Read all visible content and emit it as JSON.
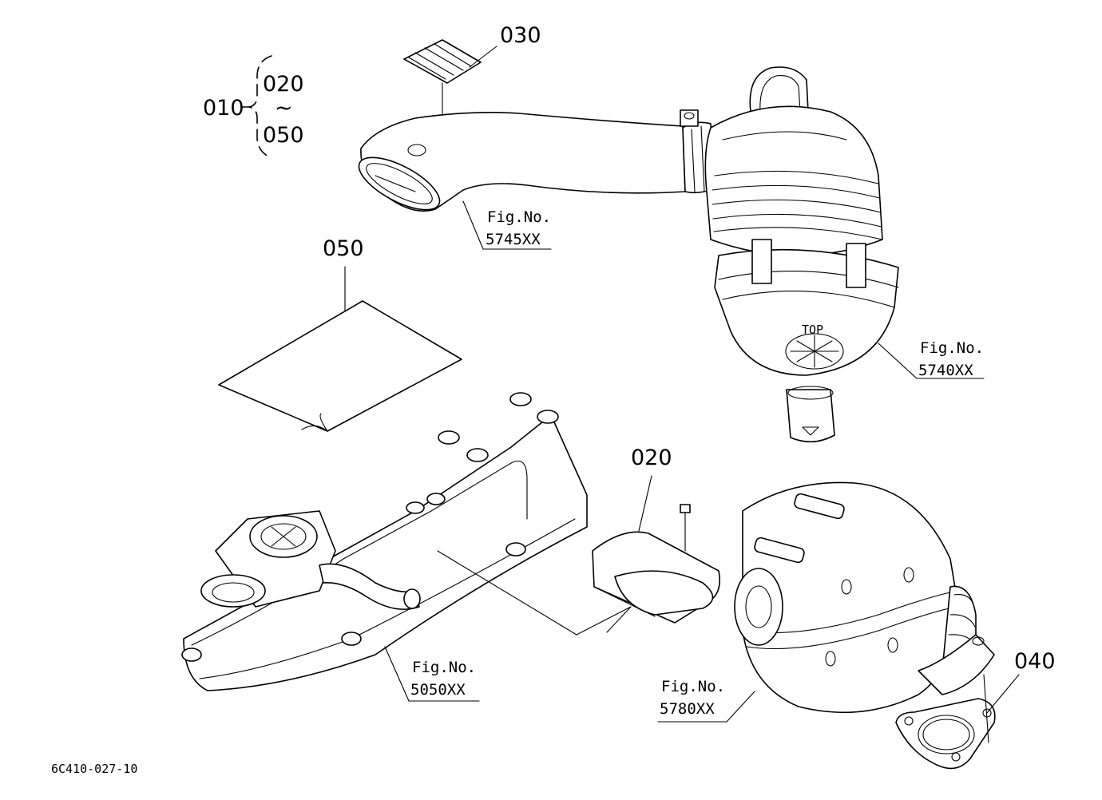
{
  "callouts": {
    "p010": "010",
    "p020_range": "020",
    "tilde": "~",
    "p050_range": "050",
    "p030": "030",
    "p050": "050",
    "p020": "020",
    "p040": "040"
  },
  "figrefs": {
    "fig_label": "Fig.No.",
    "r5745": "5745XX",
    "r5740": "5740XX",
    "r5050": "5050XX",
    "r5780": "5780XX"
  },
  "embossed_text": "TOP",
  "drawing_code": "6C410-027-10"
}
